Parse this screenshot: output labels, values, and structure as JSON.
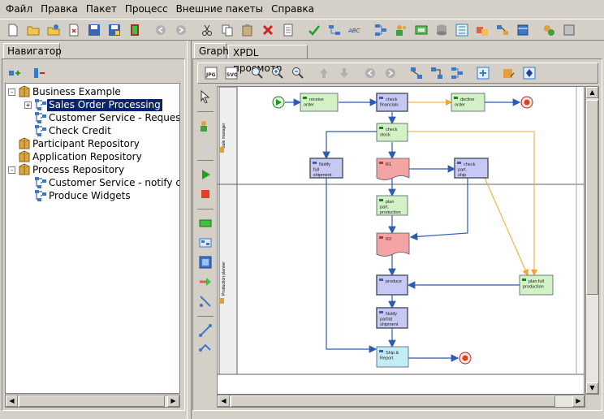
{
  "menu": [
    "Файл",
    "Правка",
    "Пакет",
    "Процесс",
    "Внешние пакеты",
    "Справка"
  ],
  "toolbar_icons": [
    "new-icon",
    "open-icon",
    "reopen-icon",
    "close-package-icon",
    "save-icon",
    "save-as-icon",
    "exit-icon",
    "undo-icon",
    "redo-icon",
    "cut-icon",
    "copy-icon",
    "paste-icon",
    "delete-icon",
    "properties-icon",
    "check-validity-icon",
    "process-graph-icon",
    "spell-check-icon",
    "workflow-icon",
    "participants-icon",
    "applications-icon",
    "data-fields-icon",
    "types-icon",
    "activity-sets-icon",
    "transitions-icon",
    "packages-icon",
    "external-packages-icon",
    "extra-icon"
  ],
  "left": {
    "tab": "Навигатор",
    "tree": [
      {
        "label": "Business Example",
        "level": 0,
        "expander": "-",
        "icon": "package-icon",
        "selected": false
      },
      {
        "label": "Sales Order Processing",
        "level": 1,
        "expander": "+",
        "icon": "workflow-process-icon",
        "selected": true
      },
      {
        "label": "Customer Service - Request",
        "level": 1,
        "expander": "",
        "icon": "workflow-process-icon",
        "selected": false
      },
      {
        "label": "Check Credit",
        "level": 1,
        "expander": "",
        "icon": "workflow-process-icon",
        "selected": false
      },
      {
        "label": "Participant Repository",
        "level": 0,
        "expander": "",
        "icon": "package-icon",
        "selected": false
      },
      {
        "label": "Application Repository",
        "level": 0,
        "expander": "",
        "icon": "package-icon",
        "selected": false
      },
      {
        "label": "Process Repository",
        "level": 0,
        "expander": "-",
        "icon": "package-icon",
        "selected": false
      },
      {
        "label": "Customer Service - notify cus",
        "level": 1,
        "expander": "",
        "icon": "workflow-process-icon",
        "selected": false
      },
      {
        "label": "Produce Widgets",
        "level": 1,
        "expander": "",
        "icon": "workflow-process-icon",
        "selected": false
      }
    ]
  },
  "right": {
    "tabs": [
      "Graph",
      "XPDL просмотр"
    ],
    "active_tab": "Graph",
    "graph_toolbar": [
      {
        "icon": "export-jpg-icon",
        "text": "JPG"
      },
      {
        "icon": "export-svg-icon",
        "text": "SVG"
      },
      {
        "icon": "zoom-actual-icon",
        "text": ""
      },
      {
        "icon": "zoom-in-icon",
        "text": ""
      },
      {
        "icon": "zoom-out-icon",
        "text": ""
      },
      {
        "icon": "move-up-icon",
        "text": ""
      },
      {
        "icon": "move-down-icon",
        "text": ""
      },
      {
        "icon": "back-icon",
        "text": ""
      },
      {
        "icon": "forward-icon",
        "text": ""
      },
      {
        "icon": "subflow-icon",
        "text": ""
      },
      {
        "icon": "block-icon",
        "text": ""
      },
      {
        "icon": "workflow-icon",
        "text": ""
      },
      {
        "icon": "refresh-icon",
        "text": ""
      },
      {
        "icon": "insert-participant-icon",
        "text": ""
      },
      {
        "icon": "participant-order-icon",
        "text": ""
      }
    ],
    "palette": [
      "select-icon",
      "participant-icon",
      "free-participant-icon",
      "start-icon",
      "end-icon",
      "generic-activity-icon",
      "subflow-activity-icon",
      "block-activity-icon",
      "route-icon",
      "tool-activity-icon",
      "transition-icon",
      "self-transition-icon"
    ]
  },
  "graph": {
    "lanes": [
      {
        "label": "Sale manager"
      },
      {
        "label": "Production planner"
      }
    ],
    "activities": [
      {
        "id": "a1",
        "label": "receive order"
      },
      {
        "id": "a2",
        "label": "check financials"
      },
      {
        "id": "a3",
        "label": "decline order"
      },
      {
        "id": "a4",
        "label": "check stock"
      },
      {
        "id": "a5",
        "label": "Notify full shipment"
      },
      {
        "id": "a6",
        "label": "R1"
      },
      {
        "id": "a7",
        "label": "check part. ship"
      },
      {
        "id": "a8",
        "label": "plan part. production"
      },
      {
        "id": "a9",
        "label": "R2"
      },
      {
        "id": "a10",
        "label": "produce"
      },
      {
        "id": "a11",
        "label": "plan full production"
      },
      {
        "id": "a12",
        "label": "Notify partial shipment"
      },
      {
        "id": "a13",
        "label": "Ship & Report"
      }
    ]
  },
  "colors": {
    "bg": "#d4d0c8",
    "selection": "#0a246a",
    "activity_green": "#d2f2c6",
    "activity_blue": "#c8c8f4",
    "route_red": "#f4a4a4",
    "activity_cyan": "#c4ecf4",
    "flow_blue": "#2c5cb4",
    "flow_orange": "#f4a428"
  }
}
